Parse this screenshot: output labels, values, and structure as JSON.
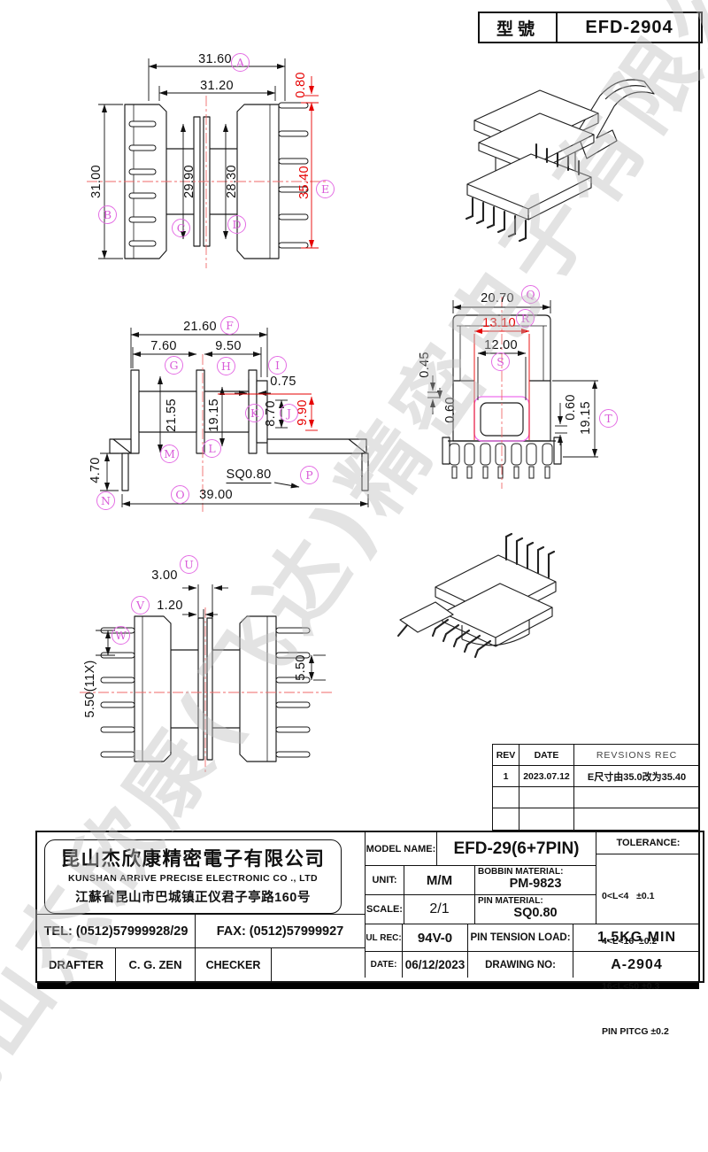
{
  "sheet": {
    "model_label": "型號",
    "model_value": "EFD-2904"
  },
  "watermark": "昆山杰欣康(飞达)精密电子有限公司",
  "balloons": {
    "a": "A",
    "b": "B",
    "c": "C",
    "d": "D",
    "e": "E",
    "f": "F",
    "g": "G",
    "h": "H",
    "i": "I",
    "j": "J",
    "k": "K",
    "l": "L",
    "m": "M",
    "n": "N",
    "o": "O",
    "p": "P",
    "q": "Q",
    "r": "R",
    "s": "S",
    "t": "T",
    "u": "U",
    "v": "V",
    "w": "W"
  },
  "dims": {
    "front_width_outer": "31.60",
    "front_width_inner": "31.20",
    "front_pin_offset": "0.80",
    "front_height": "31.00",
    "front_core_a": "29.90",
    "front_core_b": "28.30",
    "front_total_height": "35.40",
    "side_width": "21.60",
    "side_win_a": "7.60",
    "side_win_b": "9.50",
    "side_plate": "0.75",
    "side_height": "21.55",
    "side_inner_h": "19.15",
    "side_tab": "8.70",
    "side_tab_red": "9.90",
    "side_pin_len": "4.70",
    "side_total_width": "39.00",
    "side_pin_sq": "SQ0.80",
    "top_width": "20.70",
    "top_win_red": "13.10",
    "top_win": "12.00",
    "top_step": "0.45",
    "top_wall_left": "0.60",
    "top_wall_right": "0.60",
    "top_depth": "19.15",
    "pin_gap": "3.00",
    "pin_plate": "1.20",
    "pin_pitch": "5.50(11X)",
    "pin_offset": "5.50"
  },
  "revision_table": {
    "headers": [
      "REV",
      "DATE",
      "REVSIONS REC"
    ],
    "rows": [
      {
        "rev": "1",
        "date": "2023.07.12",
        "record": "E尺寸由35.0改为35.40"
      }
    ]
  },
  "company": {
    "name_cn": "昆山杰欣康精密電子有限公司",
    "name_en": "KUNSHAN ARRIVE PRECISE ELECTRONIC CO ., LTD",
    "address": "江蘇省昆山市巴城镇正仪君子亭路160号",
    "tel": "TEL: (0512)57999928/29",
    "fax": "FAX: (0512)57999927",
    "drafter_label": "DRAFTER",
    "drafter": "C. G. ZEN",
    "checker_label": "CHECKER"
  },
  "spec": {
    "model_name_label": "MODEL NAME:",
    "model_name": "EFD-29(6+7PIN)",
    "unit_label": "UNIT:",
    "unit": "M/M",
    "bobbin_material_label": "BOBBIN MATERIAL:",
    "bobbin_material": "PM-9823",
    "scale_label": "SCALE:",
    "scale": "2/1",
    "pin_material_label": "PIN MATERIAL:",
    "pin_material": "SQ0.80",
    "tolerance_label": "TOLERANCE:",
    "tolerances": [
      "0<L<4   ±0.1",
      "4<L<16  ±0.2",
      "16<L<50 ±0.3",
      "PIN PITCG ±0.2"
    ],
    "ul_label": "UL REC:",
    "ul": "94V-0",
    "pin_tension_label": "PIN TENSION LOAD:",
    "pin_tension": "1.5KG MIN",
    "date_label": "DATE:",
    "date": "06/12/2023",
    "drawing_no_label": "DRAWING NO:",
    "drawing_no": "A-2904"
  }
}
